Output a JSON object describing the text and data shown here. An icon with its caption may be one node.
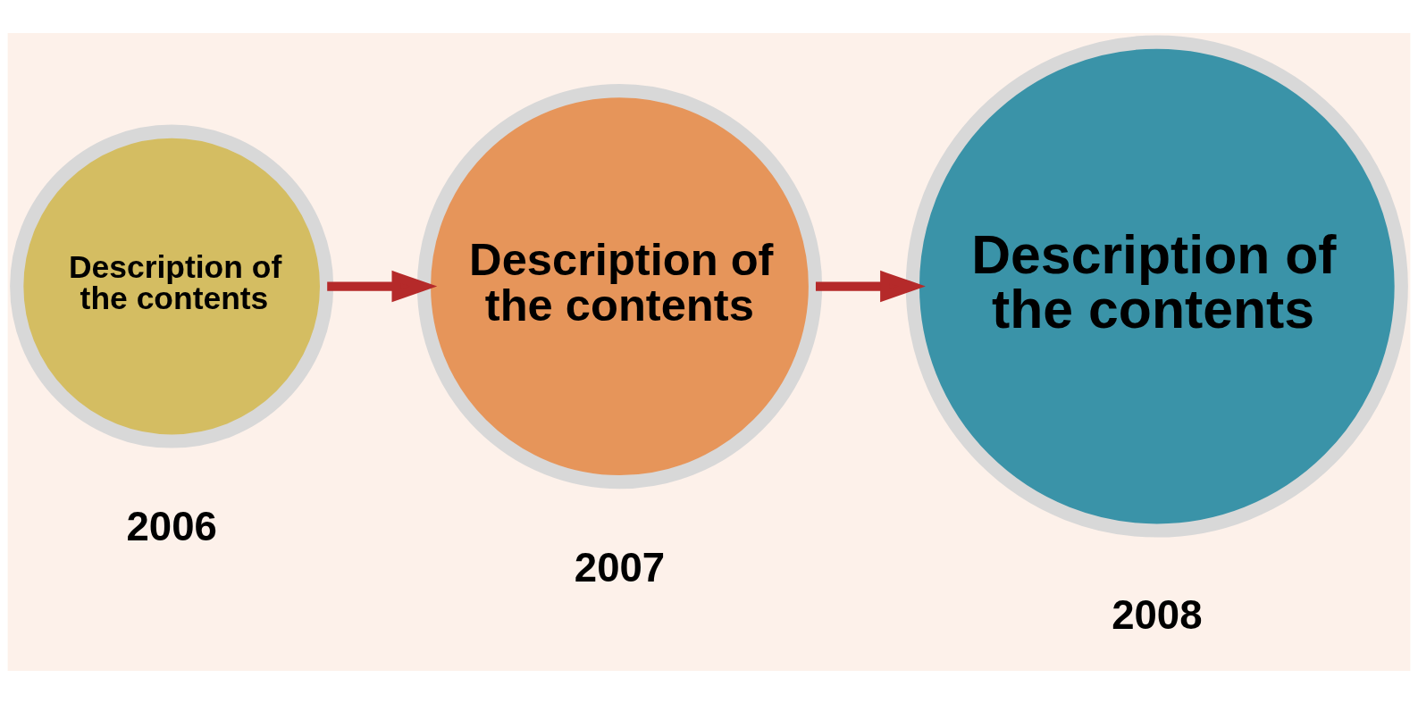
{
  "diagram": {
    "nodes": [
      {
        "text": [
          "Description of the contents"
        ],
        "beside": [
          "2006"
        ]
      },
      {
        "text": [
          "Description of the contents"
        ],
        "beside": [
          "2007"
        ]
      },
      {
        "text": [
          "Description of the contents"
        ],
        "beside": [
          "2008"
        ]
      }
    ],
    "edges": [
      {
        "from": 0,
        "to": 1,
        "arrow": "to"
      },
      {
        "from": 1,
        "to": 2,
        "arrow": "to"
      }
    ]
  }
}
